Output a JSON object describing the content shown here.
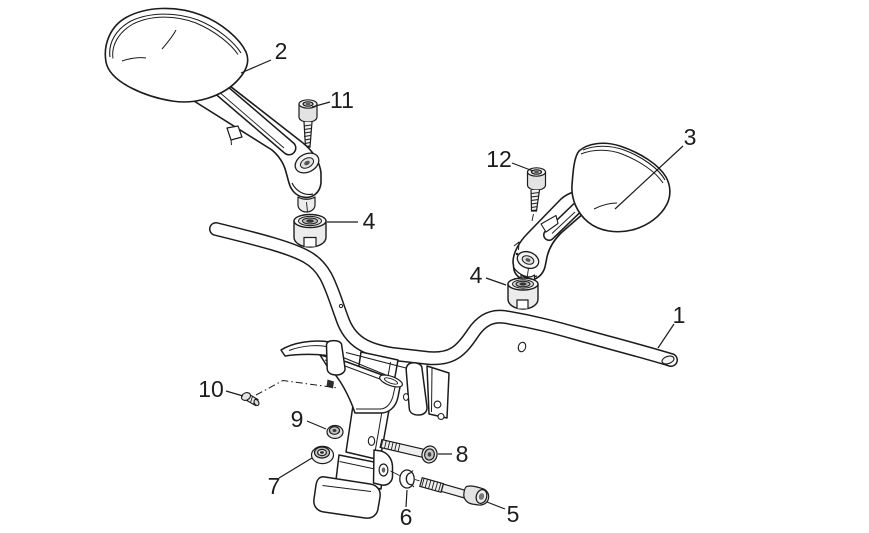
{
  "diagram": {
    "type": "exploded-parts-diagram",
    "subject": "handlebar-and-mirrors",
    "colors": {
      "background": "#ffffff",
      "line": "#1c1c1c",
      "shade_light": "#e3e3e3",
      "shade_mid": "#c4c4c4",
      "shade_dark": "#444444"
    },
    "callouts": {
      "c1": {
        "label": "1",
        "part": "handlebar"
      },
      "c2": {
        "label": "2",
        "part": "mirror-left"
      },
      "c3": {
        "label": "3",
        "part": "mirror-right"
      },
      "c4": {
        "label": "4",
        "part": "mirror-mount-nut"
      },
      "c5": {
        "label": "5",
        "part": "socket-head-bolt-long"
      },
      "c6": {
        "label": "6",
        "part": "split-washer"
      },
      "c7": {
        "label": "7",
        "part": "flange-nut"
      },
      "c8": {
        "label": "8",
        "part": "hex-flange-bolt"
      },
      "c9": {
        "label": "9",
        "part": "small-nut"
      },
      "c10": {
        "label": "10",
        "part": "small-screw"
      },
      "c11": {
        "label": "11",
        "part": "mirror-clamp-screw-left"
      },
      "c12": {
        "label": "12",
        "part": "mirror-clamp-screw-right"
      }
    }
  }
}
